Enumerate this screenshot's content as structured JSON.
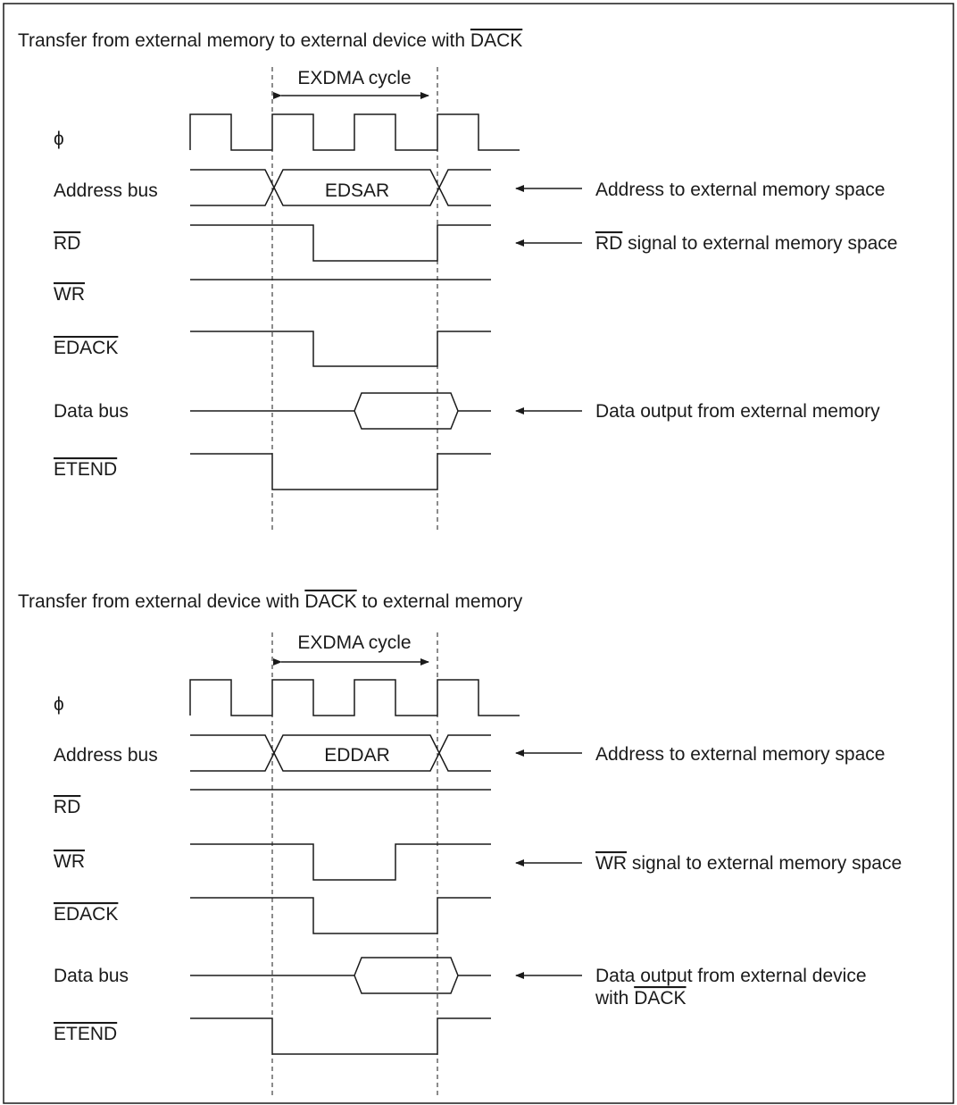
{
  "diagrams": [
    {
      "title_pre": "Transfer from external memory to external device with ",
      "title_ol": "DACK",
      "title_post": "",
      "cycle_label": "EXDMA cycle",
      "signals": {
        "phi": "ϕ",
        "address_bus": "Address bus",
        "rd": "RD",
        "wr": "WR",
        "edack": "EDACK",
        "data_bus": "Data bus",
        "etend": "ETEND"
      },
      "address_value": "EDSAR",
      "annotations": {
        "address": {
          "text": "Address to external memory space"
        },
        "strobe": {
          "ol": "RD",
          "text": " signal to external memory space"
        },
        "data": {
          "line1": "Data output from external memory",
          "line2_pre": "",
          "line2_ol": ""
        }
      }
    },
    {
      "title_pre": "Transfer from external device with ",
      "title_ol": "DACK",
      "title_post": " to external memory",
      "cycle_label": "EXDMA cycle",
      "signals": {
        "phi": "ϕ",
        "address_bus": "Address bus",
        "rd": "RD",
        "wr": "WR",
        "edack": "EDACK",
        "data_bus": "Data bus",
        "etend": "ETEND"
      },
      "address_value": "EDDAR",
      "annotations": {
        "address": {
          "text": "Address to external memory space"
        },
        "strobe": {
          "ol": "WR",
          "text": " signal to external memory space"
        },
        "data": {
          "line1": "Data output from external device",
          "line2_pre": "with ",
          "line2_ol": "DACK"
        }
      }
    }
  ]
}
